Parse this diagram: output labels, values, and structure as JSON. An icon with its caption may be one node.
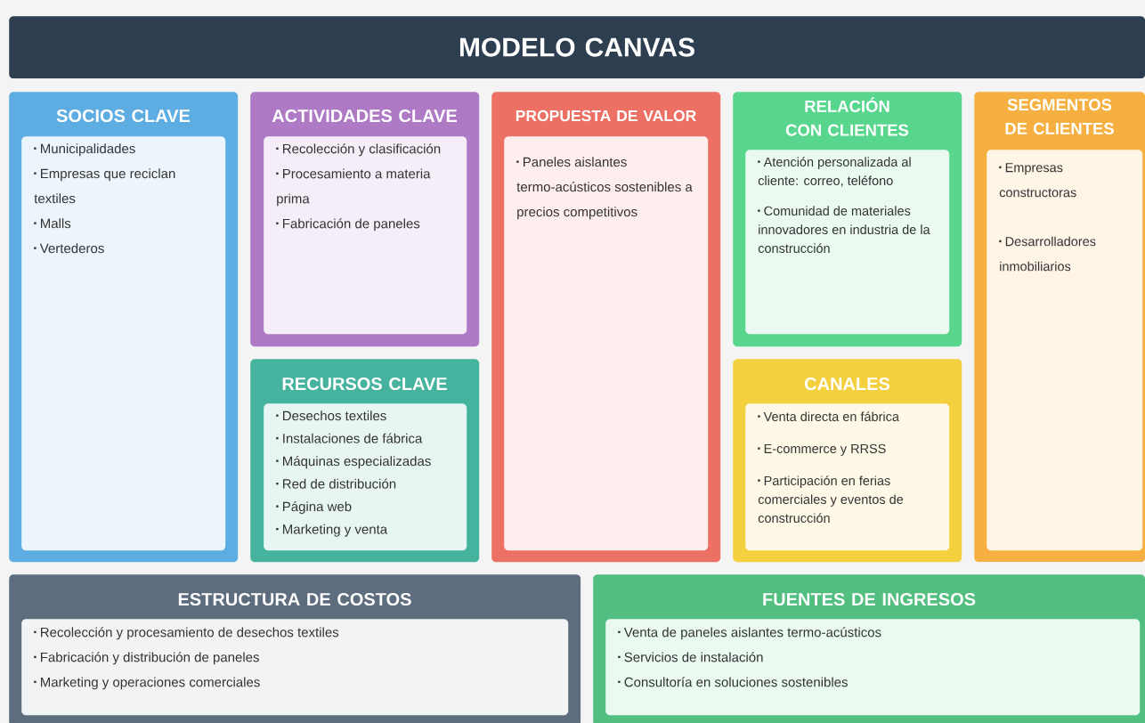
{
  "diagram": {
    "nodes": [
      {
        "text": [
          "MODELO CANVAS"
        ]
      },
      {
        "text": [
          "SOCIOS CLAVE"
        ]
      },
      {
        "text": [
          "Municipalidades",
          "Empresas que reciclan textiles",
          "Malls",
          "Vertederos"
        ],
        "in": 1
      },
      {
        "text": [
          "ACTIVIDADES CLAVE"
        ]
      },
      {
        "text": [
          "Recolección y clasificación",
          "Procesamiento a materia prima",
          "Fabricación de paneles"
        ],
        "in": 3
      },
      {
        "text": [
          "RECURSOS CLAVE"
        ]
      },
      {
        "text": [
          "Desechos textiles",
          "Instalaciones de fábrica",
          "Máquinas especializadas",
          "Red de distribución",
          "Página web",
          "Marketing y venta"
        ],
        "in": 5
      },
      {
        "text": [
          "PROPUESTA DE VALOR"
        ]
      },
      {
        "text": [
          "Paneles aislantes termo-acústicos sostenibles a precios competitivos"
        ],
        "in": 7
      },
      {
        "text": [
          "RELACIÓN CON CLIENTES"
        ]
      },
      {
        "text": [
          "Atención personalizada al cliente: correo, teléfono",
          "Comunidad de materiales innovadores en industria de la construcción"
        ],
        "in": 9
      },
      {
        "text": [
          "CANALES"
        ]
      },
      {
        "text": [
          "Venta directa en fábrica",
          "E-commerce y RRSS",
          "Participación en ferias comerciales y eventos de construcción"
        ],
        "in": 11
      },
      {
        "text": [
          "SEGMENTOS DE CLIENTES"
        ]
      },
      {
        "text": [
          "Empresas constructoras",
          "Desarrolladores inmobiliarios"
        ],
        "in": 13
      },
      {
        "text": [
          "ESTRUCTURA DE COSTOS"
        ]
      },
      {
        "text": [
          "Recolección y procesamiento de desechos textiles",
          "Fabricación y distribución de paneles",
          "Marketing y operaciones comerciales"
        ],
        "in": 15
      },
      {
        "text": [
          "FUENTES DE INGRESOS"
        ]
      },
      {
        "text": [
          "Venta de paneles aislantes termo-acústicos",
          "Servicios de instalación",
          "Consultoría en soluciones sostenibles"
        ],
        "in": 17
      }
    ]
  }
}
